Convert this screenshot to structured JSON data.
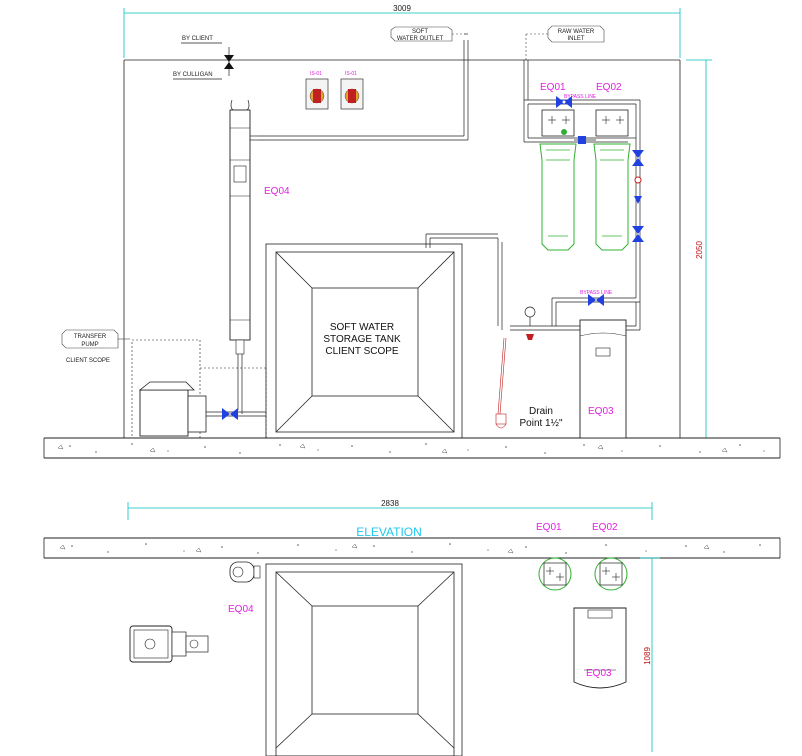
{
  "dimensions": {
    "top_width": "3009",
    "height": "2050",
    "plan_width": "2838",
    "plan_depth": "1089"
  },
  "labels": {
    "by_client": "BY CLIENT",
    "by_culligan": "BY CULLIGAN",
    "soft_water_outlet": [
      "SOFT",
      "WATER OUTLET"
    ],
    "raw_water_inlet": [
      "RAW WATER",
      "INLET"
    ],
    "transfer_pump": [
      "TRANSFER",
      "PUMP"
    ],
    "client_scope": "CLIENT SCOPE",
    "tank": [
      "SOFT WATER",
      "STORAGE TANK",
      "CLIENT SCOPE"
    ],
    "drain": [
      "Drain",
      "Point 1½\""
    ],
    "bypass_top": "BYPASS LINE",
    "bypass_lower": "BYPASS LINE",
    "elevation": "ELEVATION",
    "switch_1": "IS-01",
    "switch_2": "IS-01"
  },
  "equipment": {
    "eq01": "EQ01",
    "eq02": "EQ02",
    "eq03": "EQ03",
    "eq04": "EQ04"
  },
  "plan_equipment": {
    "eq01": "EQ01",
    "eq02": "EQ02",
    "eq03": "EQ03",
    "eq04": "EQ04"
  },
  "colors": {
    "line": "#222222",
    "dimension": "#00c0c0",
    "tag": "#e020e0",
    "filter": "#30b030",
    "valve": "#2040e0",
    "height_text": "#c01010",
    "elevation": "#20c8f0"
  }
}
